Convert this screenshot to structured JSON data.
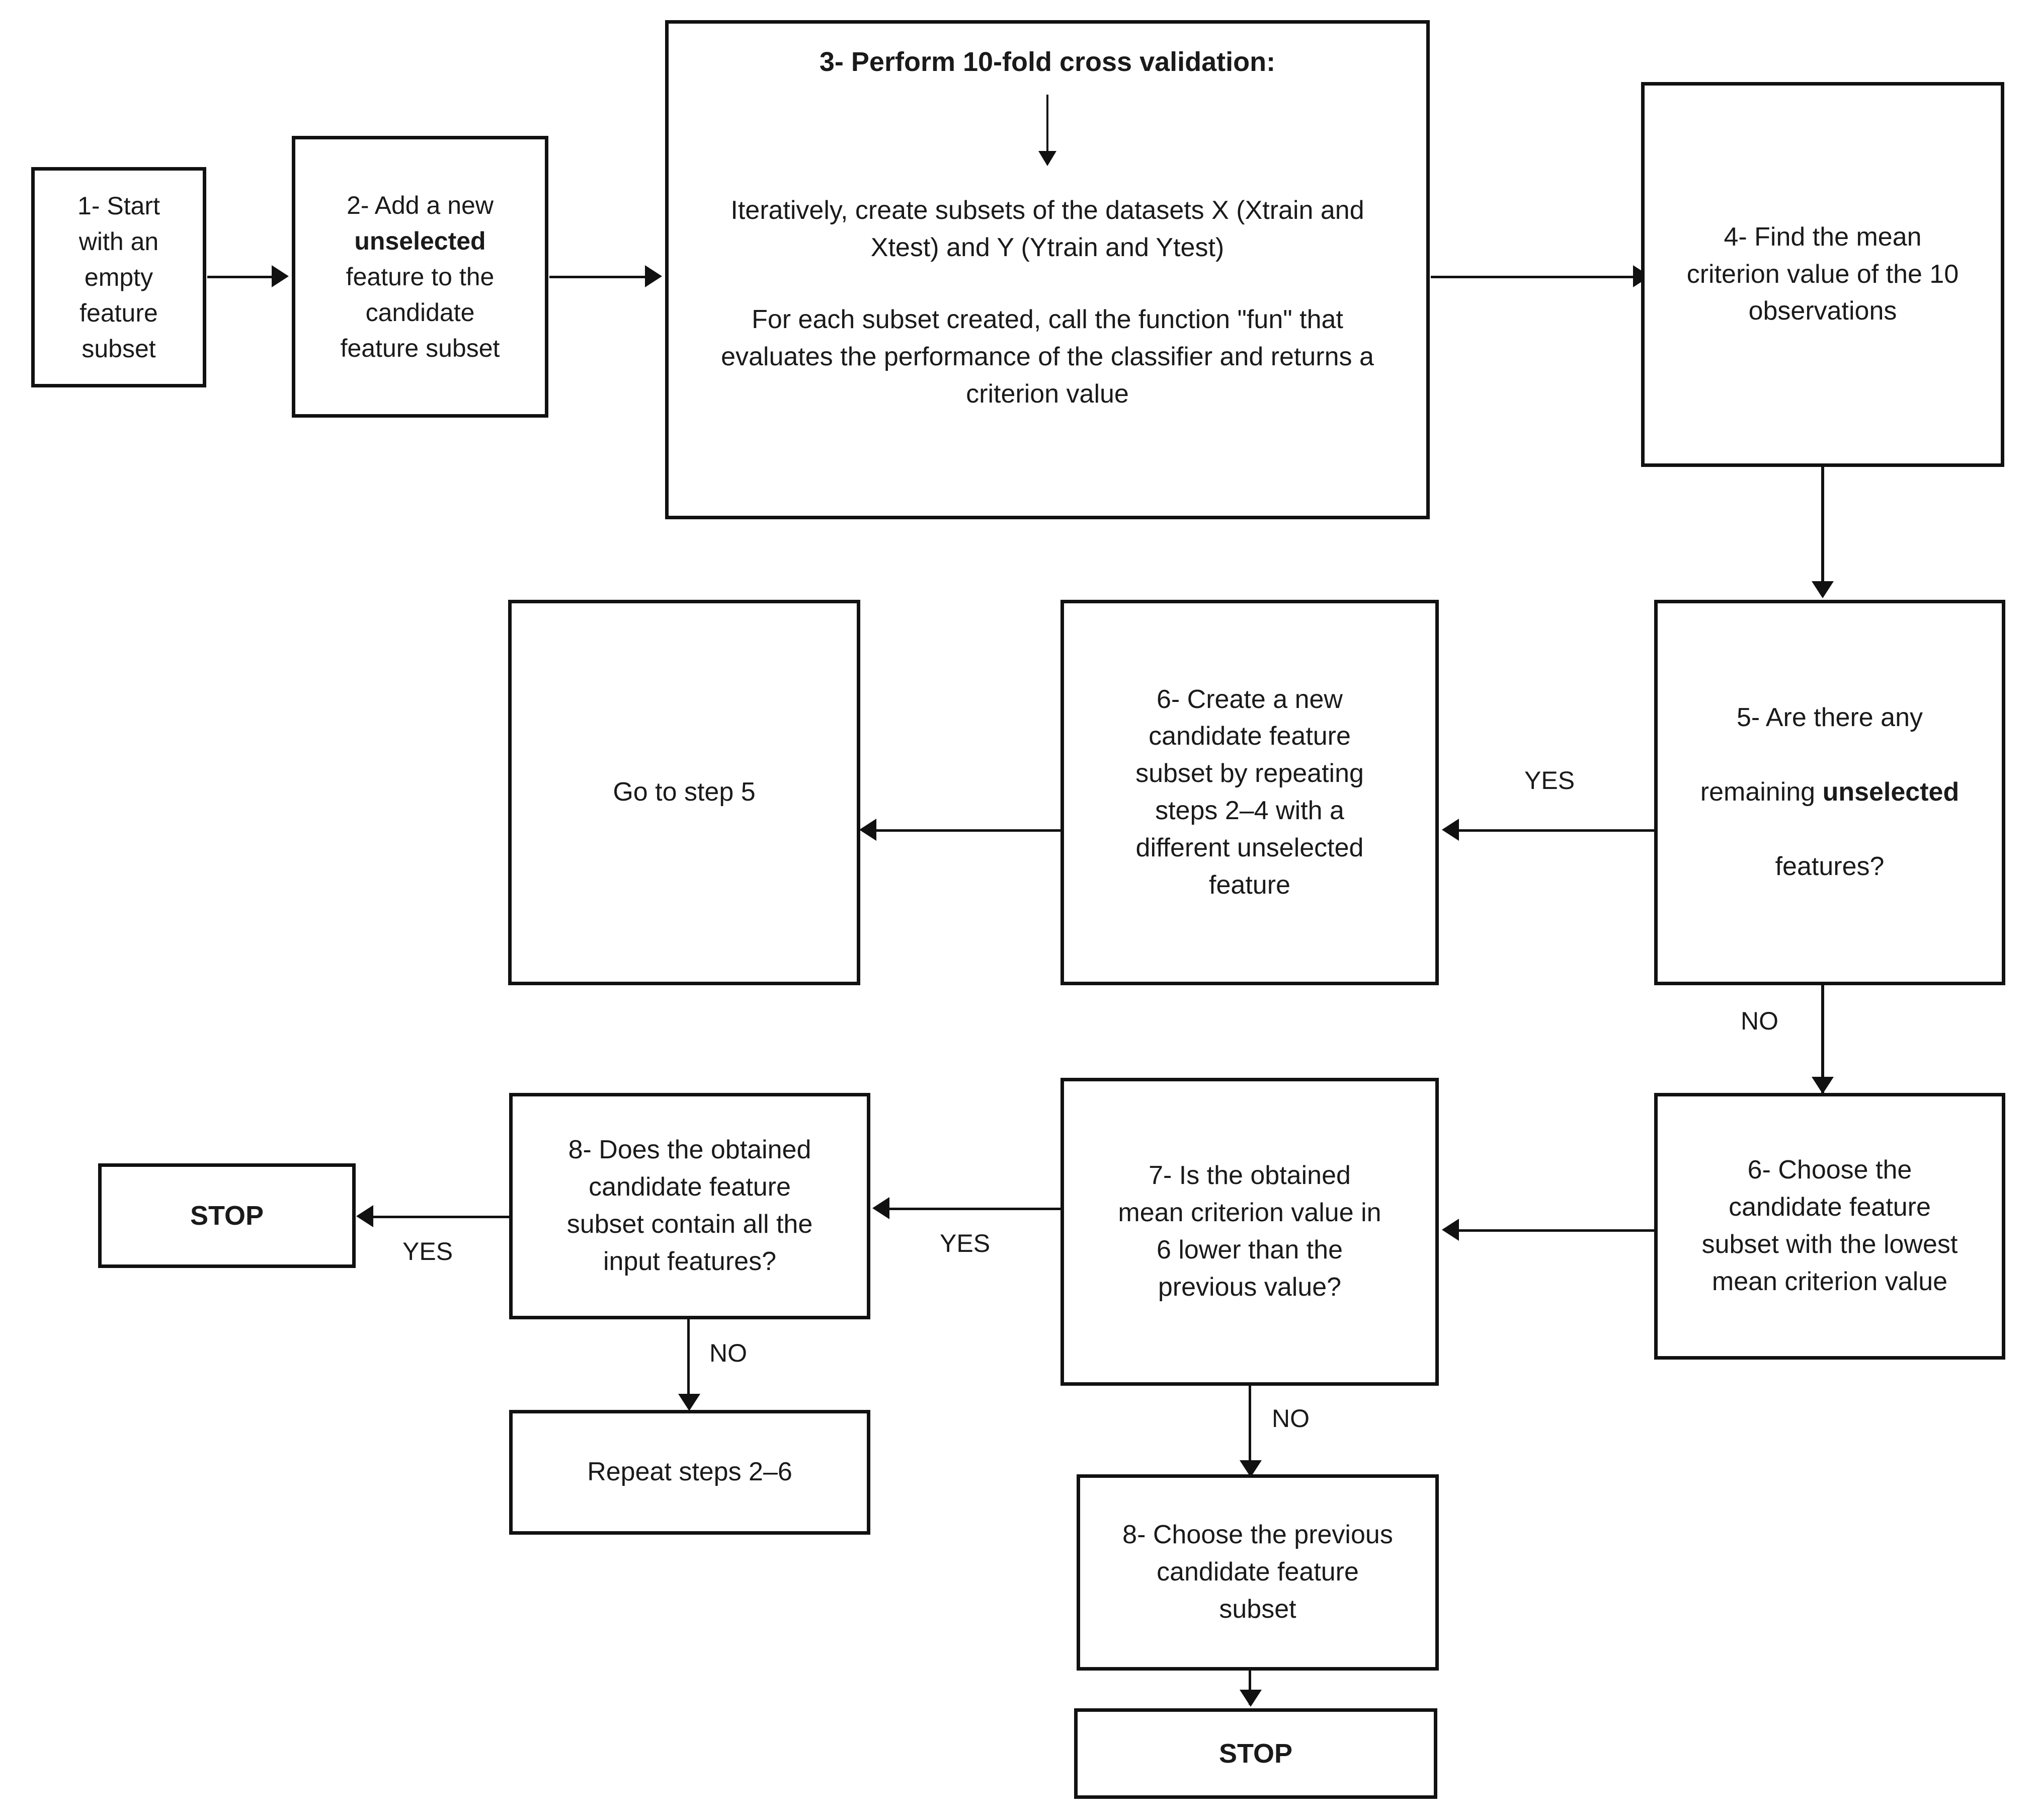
{
  "diagram": {
    "title": "Sequential forward feature selection flowchart",
    "colors": {
      "stroke": "#111111",
      "text": "#1a1a1a",
      "background": "#ffffff"
    },
    "nodes": {
      "step1": {
        "text": "1- Start\nwith an\nempty\nfeature\nsubset",
        "bold_prefix": "1-"
      },
      "step2_line1": "2- Add a new",
      "step2_line2": "unselected",
      "step2_line3": "feature to the\ncandidate\nfeature subset",
      "step3_header": "3- Perform 10-fold cross validation:",
      "step3_para1": "Iteratively, create subsets of the datasets X (Xtrain\nand Xtest) and Y (Ytrain and Ytest)",
      "step3_para2": "For each subset created, call the function \"fun\" that\nevaluates the performance of the classifier and\nreturns a criterion value",
      "step4": "4- Find the mean\ncriterion value of the 10\nobservations",
      "step5_line1": "5- Are there any",
      "step5_line2": "remaining ",
      "step5_line3": "unselected",
      "step5_line4": "\nfeatures?",
      "step6_create": "6- Create a new\ncandidate feature\nsubset by repeating\nsteps 2–4 with a\ndifferent unselected\nfeature",
      "goto_step5": "Go to step 5",
      "step6_choose": "6- Choose the\ncandidate feature\nsubset with the lowest\nmean criterion value",
      "step7": "7- Is the obtained\nmean criterion value in\n6 lower than the\nprevious value?",
      "step8_question": "8- Does the obtained\ncandidate feature\nsubset contain all the\ninput features?",
      "stop_left": "STOP",
      "repeat_steps": "Repeat steps 2–6",
      "step8_choose": "8- Choose the previous\ncandidate feature\nsubset",
      "stop_bottom": "STOP"
    },
    "edge_labels": {
      "yes_5_to_6": "YES",
      "no_5_to_6choose": "NO",
      "yes_7_to_8": "YES",
      "no_7_to_8choose": "NO",
      "yes_8_to_stop": "YES",
      "no_8_to_repeat": "NO"
    }
  }
}
